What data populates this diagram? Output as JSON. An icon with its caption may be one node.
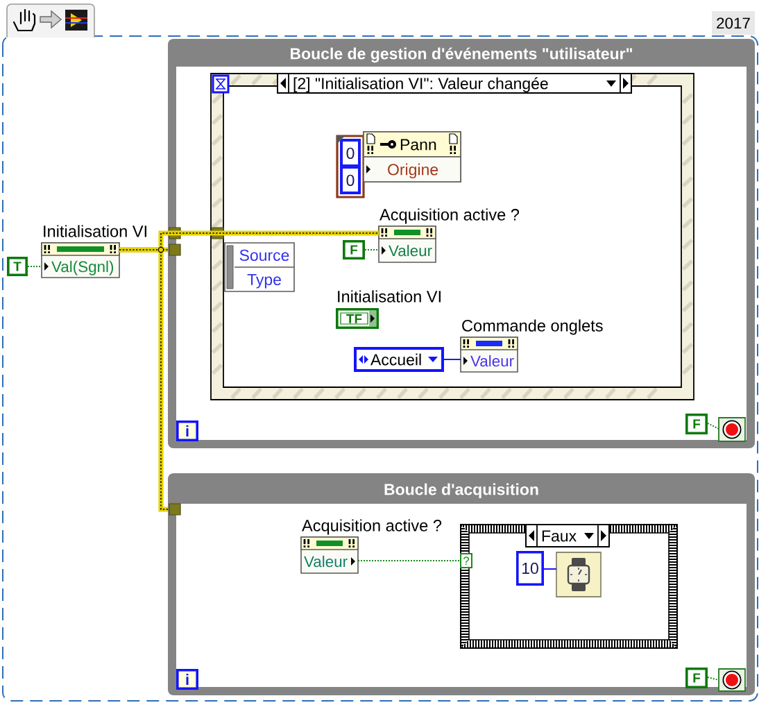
{
  "diagram": {
    "nodes": [
      {
        "text": [
          "2017"
        ]
      },
      {
        "text": [
          "Boucle de gestion d'événements \"utilisateur\""
        ],
        "in": 0
      },
      {
        "text": [
          "[2] \"Initialisation VI\": Valeur changée"
        ],
        "in": 1
      },
      {
        "text": [
          "0",
          "0"
        ],
        "in": 2
      },
      {
        "text": [
          "Pann",
          "Origine"
        ],
        "in": 2
      },
      {
        "text": [
          "Acquisition active ?",
          "Valeur"
        ],
        "in": 2
      },
      {
        "text": [
          "F"
        ],
        "in": 2
      },
      {
        "text": [
          "Source",
          "Type"
        ],
        "in": 2
      },
      {
        "text": [
          "Initialisation VI",
          "TF"
        ],
        "in": 2
      },
      {
        "text": [
          "Commande onglets",
          "Valeur"
        ],
        "in": 2
      },
      {
        "text": [
          "Accueil"
        ],
        "in": 2
      },
      {
        "text": [
          "i"
        ],
        "in": 1
      },
      {
        "text": [
          "F"
        ],
        "in": 1
      },
      {
        "text": [],
        "shape": "box",
        "in": 1
      },
      {
        "text": [
          "Initialisation VI",
          "Val(Sgnl)"
        ],
        "in": 0
      },
      {
        "text": [
          "T"
        ],
        "in": 0
      },
      {
        "text": [
          "Boucle d'acquisition"
        ],
        "in": 0
      },
      {
        "text": [
          "Acquisition active ?",
          "Valeur"
        ],
        "in": 16
      },
      {
        "text": [
          "Faux"
        ],
        "in": 16
      },
      {
        "text": [
          "10"
        ],
        "in": 18
      },
      {
        "text": [],
        "shape": "picture",
        "in": 18
      },
      {
        "text": [
          "i"
        ],
        "in": 16
      },
      {
        "text": [
          "F"
        ],
        "in": 16
      },
      {
        "text": [],
        "shape": "box",
        "in": 16
      }
    ],
    "edges": [
      {
        "from": 15,
        "to": 14,
        "arrow": "none",
        "style": "dashed"
      },
      {
        "from": 14,
        "to": 5,
        "arrow": "none",
        "style": "thick",
        "color": "#e6d200"
      },
      {
        "from": 14,
        "to": 1,
        "arrow": "none",
        "style": "thick",
        "color": "#e6d200"
      },
      {
        "from": 14,
        "to": 16,
        "arrow": "none",
        "style": "thick",
        "color": "#e6d200"
      },
      {
        "from": 6,
        "to": 5,
        "arrow": "none",
        "style": "dashed"
      },
      {
        "from": 10,
        "to": 9,
        "arrow": "none",
        "color": "#1a1aff"
      },
      {
        "from": 12,
        "to": 13,
        "arrow": "none",
        "style": "dashed"
      },
      {
        "from": 17,
        "to": 18,
        "arrow": "none",
        "style": "dashed"
      },
      {
        "from": 19,
        "to": 20,
        "arrow": "none",
        "color": "#1a1aff"
      },
      {
        "from": 22,
        "to": 23,
        "arrow": "none",
        "style": "dashed"
      }
    ],
    "labels": [
      "?"
    ]
  }
}
